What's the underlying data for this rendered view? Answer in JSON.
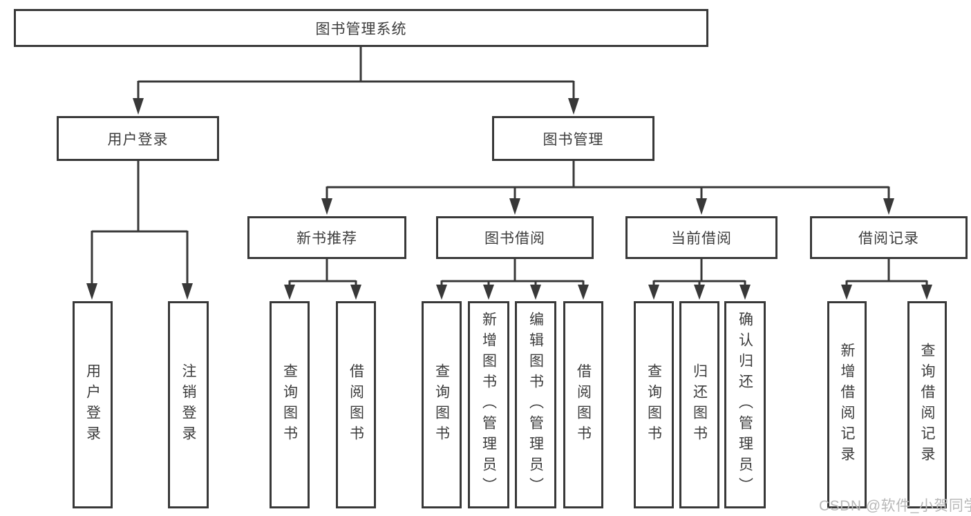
{
  "diagram": {
    "root": {
      "label": "图书管理系统"
    },
    "level2": {
      "user_login": {
        "label": "用户登录"
      },
      "book_mgmt": {
        "label": "图书管理"
      }
    },
    "level3": {
      "new_book": {
        "label": "新书推荐"
      },
      "borrow": {
        "label": "图书借阅"
      },
      "current": {
        "label": "当前借阅"
      },
      "records": {
        "label": "借阅记录"
      }
    },
    "leaves": {
      "login": [
        "用户登录",
        "注销登录"
      ],
      "new_book": [
        "查询图书",
        "借阅图书"
      ],
      "borrow": [
        "查询图书",
        "新增图书（管理员）",
        "编辑图书（管理员）",
        "借阅图书"
      ],
      "current": [
        "查询图书",
        "归还图书",
        "确认归还（管理员）"
      ],
      "records": [
        "新增借阅记录",
        "查询借阅记录"
      ]
    },
    "colors": {
      "line": "#383838",
      "text": "#3c3c3c",
      "background": "#ffffff",
      "watermark": "#b8b8b8"
    },
    "watermark": "CSDN @软件_小贺同学"
  }
}
